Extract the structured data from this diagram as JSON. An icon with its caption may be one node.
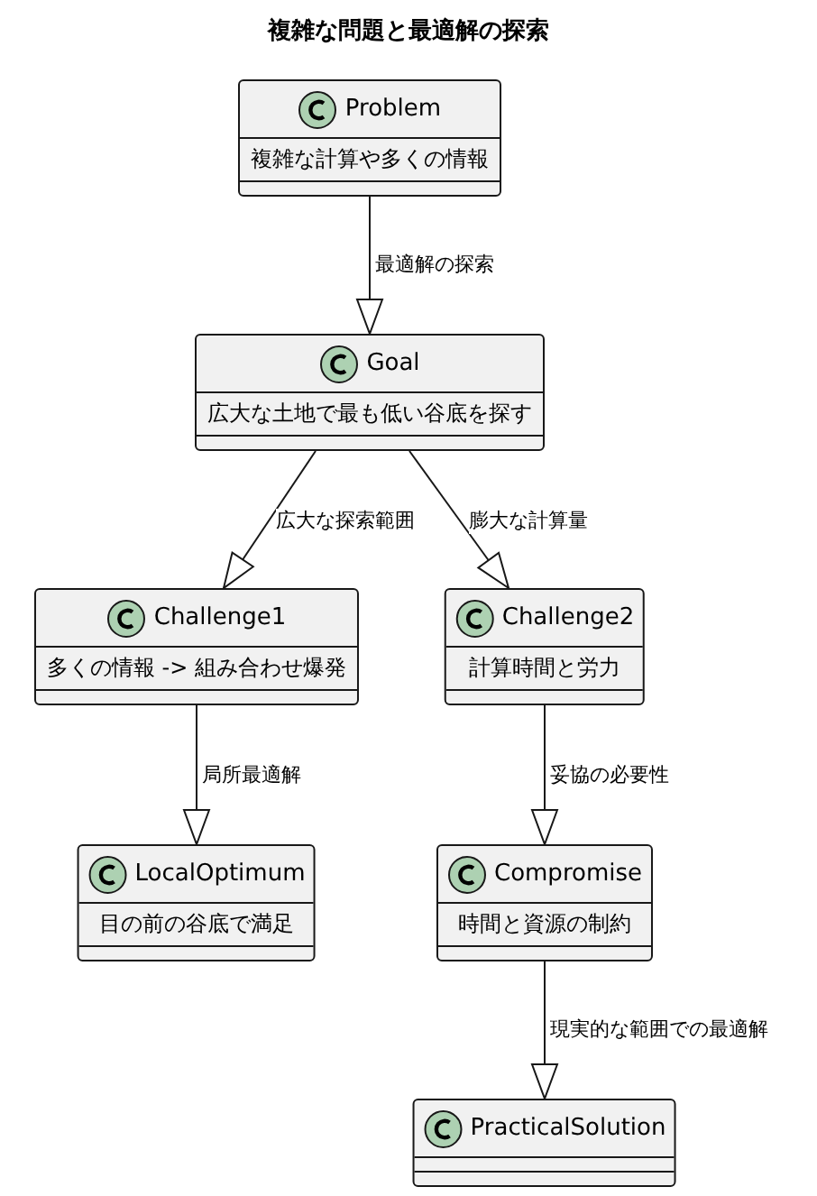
{
  "diagram": {
    "title": "複雑な問題と最適解の探索",
    "nodes": [
      {
        "text": [
          "Problem",
          "複雑な計算や多くの情報"
        ]
      },
      {
        "text": [
          "Goal",
          "広大な土地で最も低い谷底を探す"
        ]
      },
      {
        "text": [
          "Challenge1",
          "多くの情報 -> 組み合わせ爆発"
        ]
      },
      {
        "text": [
          "Challenge2",
          "計算時間と労力"
        ]
      },
      {
        "text": [
          "LocalOptimum",
          "目の前の谷底で満足"
        ]
      },
      {
        "text": [
          "Compromise",
          "時間と資源の制約"
        ]
      },
      {
        "text": [
          "PracticalSolution"
        ]
      }
    ],
    "edges": [
      {
        "from": 0,
        "to": 1,
        "arrow": "to",
        "label": "最適解の探索"
      },
      {
        "from": 1,
        "to": 2,
        "arrow": "to",
        "label": "広大な探索範囲"
      },
      {
        "from": 1,
        "to": 3,
        "arrow": "to",
        "label": "膨大な計算量"
      },
      {
        "from": 2,
        "to": 4,
        "arrow": "to",
        "label": "局所最適解"
      },
      {
        "from": 3,
        "to": 5,
        "arrow": "to",
        "label": "妥協の必要性"
      },
      {
        "from": 5,
        "to": 6,
        "arrow": "to",
        "label": "現実的な範囲での最適解"
      }
    ]
  }
}
